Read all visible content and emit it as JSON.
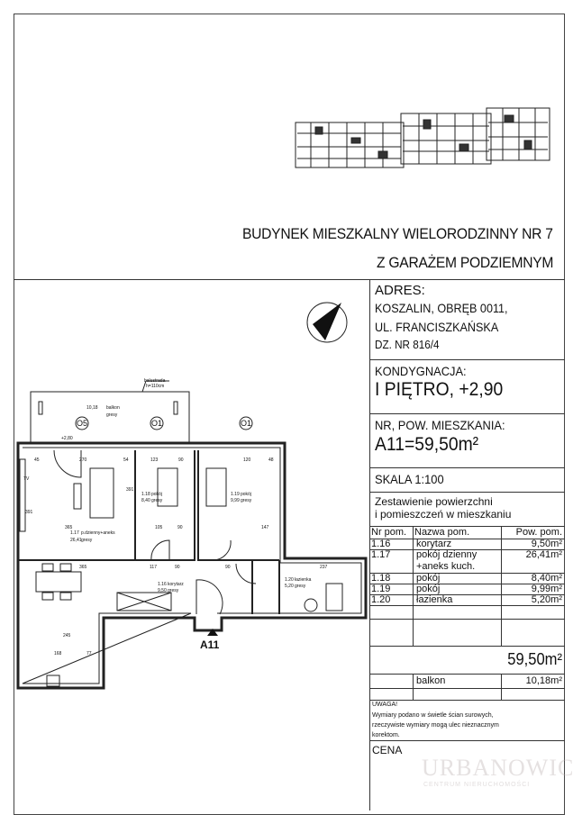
{
  "header": {
    "title_line1": "BUDYNEK MIESZKALNY WIELORODZINNY  NR 7",
    "title_line2": "Z  GARAŻEM PODZIEMNYM"
  },
  "address": {
    "label": "ADRES:",
    "line1": "KOSZALIN,  OBRĘB 0011,",
    "line2": "UL. FRANCISZKAŃSKA",
    "line3": "DZ. NR 816/4"
  },
  "floor": {
    "label": "KONDYGNACJA:",
    "value": "I PIĘTRO, +2,90"
  },
  "apartment": {
    "label": "NR, POW. MIESZKANIA:",
    "value": "A11=59,50m²"
  },
  "scale": {
    "label": "SKALA  1:100"
  },
  "summary": {
    "title_line1": "Zestawienie powierzchni",
    "title_line2": "i pomieszczeń w mieszkaniu",
    "headers": [
      "Nr pom.",
      "Nazwa pom.",
      "Pow. pom."
    ],
    "rows": [
      {
        "nr": "1.16",
        "name": "korytarz",
        "name2": "",
        "area": "9,50m²"
      },
      {
        "nr": "1.17",
        "name": "pokój dzienny",
        "name2": "+aneks kuch.",
        "area": "26,41m²"
      },
      {
        "nr": "1.18",
        "name": "pokój",
        "name2": "",
        "area": "8,40m²"
      },
      {
        "nr": "1.19",
        "name": "pokój",
        "name2": "",
        "area": "9,99m²"
      },
      {
        "nr": "1.20",
        "name": "łazienka",
        "name2": "",
        "area": "5,20m²"
      }
    ],
    "total": "59,50m²",
    "balcony_label": "balkon",
    "balcony_area": "10,18m²"
  },
  "note": {
    "title": "UWAGA!",
    "line1": "Wymiary podano w świetle ścian surowych,",
    "line2": "rzeczywiste wymiary mogą ulec nieznacznym",
    "line3": "korektom."
  },
  "price": {
    "label": "CENA"
  },
  "watermark": {
    "text": "URBANOWICZ",
    "sub": "CENTRUM NIERUCHOMOŚCI"
  },
  "plan": {
    "apartment_tag": "A11",
    "balustrade": "balustrada",
    "balustrade_h": "h=110cm",
    "balcony_label": "balkon",
    "balcony_area": "10,18",
    "balcony_floor": "gresy",
    "level": "+2,80",
    "windows": [
      "O5",
      "O1",
      "O1"
    ],
    "tv": "TV",
    "rooms": [
      {
        "nr": "1.17",
        "name": "p.dzienny+aneks",
        "area": "26,41",
        "floor": "gresy"
      },
      {
        "nr": "1.18",
        "name": "pokój",
        "area": "8,40",
        "floor": "gresy"
      },
      {
        "nr": "1.19",
        "name": "pokój",
        "area": "9,99",
        "floor": "gresy"
      },
      {
        "nr": "1.16",
        "name": "korytarz",
        "area": "9,50",
        "floor": "gresy"
      },
      {
        "nr": "1.20",
        "name": "łazienka",
        "area": "5,20",
        "floor": "gresy"
      }
    ],
    "dims": [
      "45",
      "270",
      "54",
      "123",
      "90",
      "120",
      "48",
      "365",
      "105",
      "90",
      "147",
      "117",
      "90",
      "90",
      "237",
      "365",
      "245",
      "168",
      "77",
      "391",
      "391"
    ]
  }
}
